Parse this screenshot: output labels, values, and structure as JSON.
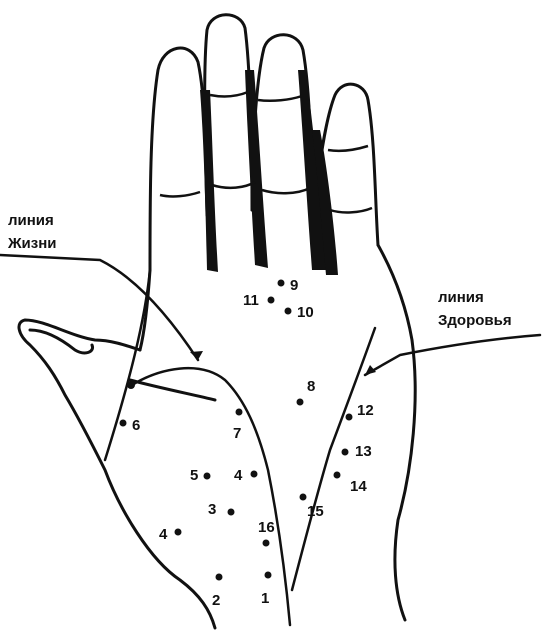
{
  "labels": {
    "life_line": [
      "линия",
      "Жизни"
    ],
    "health_line": [
      "линия",
      "Здоровья"
    ]
  },
  "points": [
    {
      "id": "9",
      "label": "9"
    },
    {
      "id": "11",
      "label": "11"
    },
    {
      "id": "10",
      "label": "10"
    },
    {
      "id": "8",
      "label": "8"
    },
    {
      "id": "12",
      "label": "12"
    },
    {
      "id": "13",
      "label": "13"
    },
    {
      "id": "14",
      "label": "14"
    },
    {
      "id": "15",
      "label": "15"
    },
    {
      "id": "6",
      "label": "6"
    },
    {
      "id": "7",
      "label": "7"
    },
    {
      "id": "5",
      "label": "5"
    },
    {
      "id": "4a",
      "label": "4"
    },
    {
      "id": "3",
      "label": "3"
    },
    {
      "id": "4b",
      "label": "4"
    },
    {
      "id": "16",
      "label": "16"
    },
    {
      "id": "2",
      "label": "2"
    },
    {
      "id": "1",
      "label": "1"
    }
  ],
  "colors": {
    "ink": "#111111",
    "paper": "#ffffff"
  }
}
